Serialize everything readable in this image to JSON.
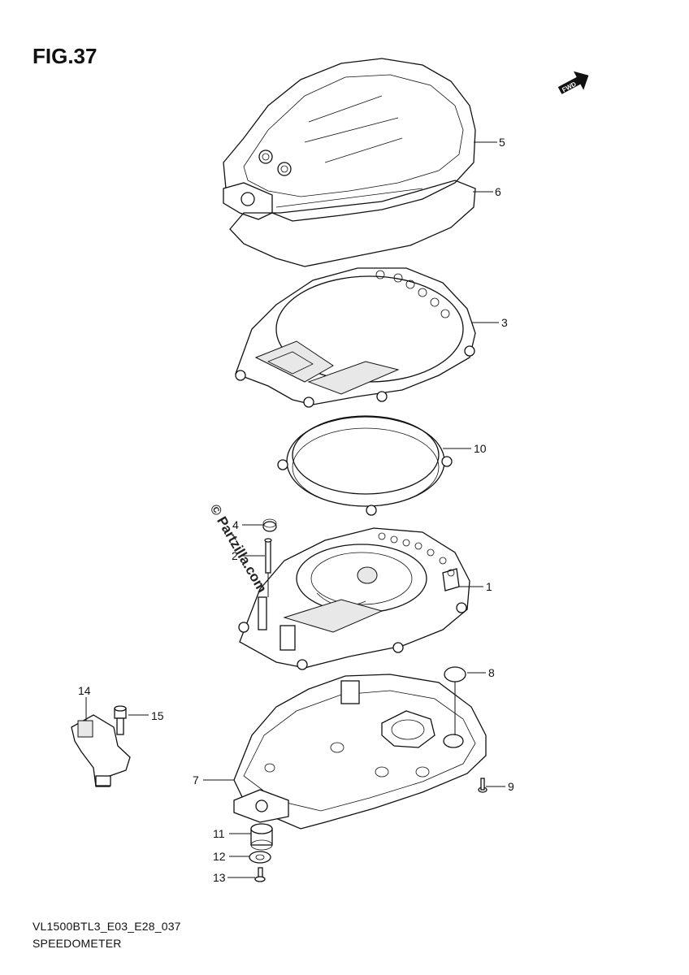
{
  "figure": {
    "title": "FIG.37",
    "direction_label": "FWD",
    "watermark": "© Partzilla.com",
    "model_code": "VL1500BTL3_E03_E28_037",
    "section_name": "SPEEDOMETER"
  },
  "callouts": [
    {
      "id": "1",
      "label": "1"
    },
    {
      "id": "2",
      "label": "2"
    },
    {
      "id": "3",
      "label": "3"
    },
    {
      "id": "4",
      "label": "4"
    },
    {
      "id": "5",
      "label": "5"
    },
    {
      "id": "6",
      "label": "6"
    },
    {
      "id": "7",
      "label": "7"
    },
    {
      "id": "8",
      "label": "8"
    },
    {
      "id": "9",
      "label": "9"
    },
    {
      "id": "10",
      "label": "10"
    },
    {
      "id": "11",
      "label": "11"
    },
    {
      "id": "12",
      "label": "12"
    },
    {
      "id": "13",
      "label": "13"
    },
    {
      "id": "14",
      "label": "14"
    },
    {
      "id": "15",
      "label": "15"
    }
  ],
  "icons": {
    "direction": "fwd-arrow-icon"
  }
}
